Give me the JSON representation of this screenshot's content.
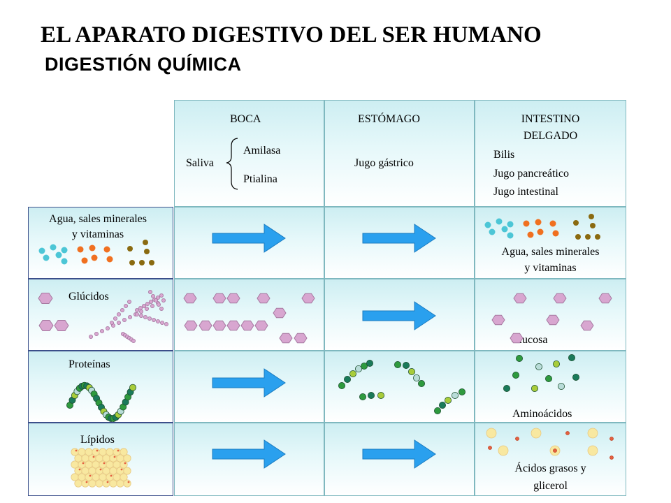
{
  "title": "EL APARATO DIGESTIVO DEL SER HUMANO",
  "subtitle": "DIGESTIÓN QUÍMICA",
  "columns": {
    "boca": {
      "header": "BOCA",
      "secretion": "Saliva",
      "enzymes": [
        "Amilasa",
        "Ptialina"
      ]
    },
    "estomago": {
      "header": "ESTÓMAGO",
      "secretion": "Jugo gástrico"
    },
    "intestino": {
      "header_line1": "INTESTINO",
      "header_line2": "DELGADO",
      "secretions": [
        "Bilis",
        "Jugo pancreático",
        "Jugo intestinal"
      ]
    }
  },
  "rows": {
    "agua": {
      "label_line1": "Agua, sales minerales",
      "label_line2": "y vitaminas",
      "result_line1": "Agua, sales minerales",
      "result_line2": "y vitaminas"
    },
    "glucidos": {
      "label": "Glúcidos",
      "result": "Glucosa"
    },
    "proteinas": {
      "label": "Proteínas",
      "result": "Aminoácidos"
    },
    "lipidos": {
      "label": "Lípidos",
      "result_line1": "Ácidos grasos y",
      "result_line2": "glicerol"
    }
  },
  "colors": {
    "arrow": "#2aa0ee",
    "cell_top": "#cdeef2",
    "water": "#4cc6d6",
    "salts": "#f07020",
    "vitamins": "#8a6a10",
    "sugar": "#d8a6d0",
    "amino_green": "#2e9a3e",
    "amino_dark": "#1a7a5a",
    "amino_lime": "#a8cc3a",
    "lipid": "#f8e8a0",
    "lipid_dot": "#e46040"
  }
}
